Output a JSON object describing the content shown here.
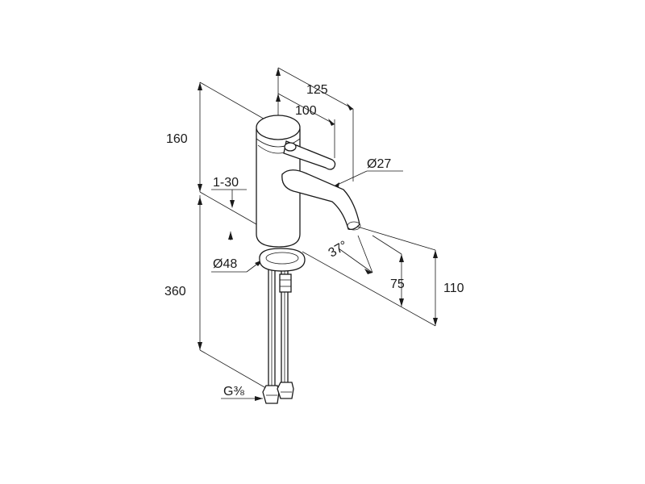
{
  "dimensions": {
    "d125": "125",
    "d100": "100",
    "d160": "160",
    "d27": "Ø27",
    "d1_30": "1-30",
    "d37": "37°",
    "d48": "Ø48",
    "d360": "360",
    "d75": "75",
    "d110": "110",
    "g38": "G⅜"
  }
}
